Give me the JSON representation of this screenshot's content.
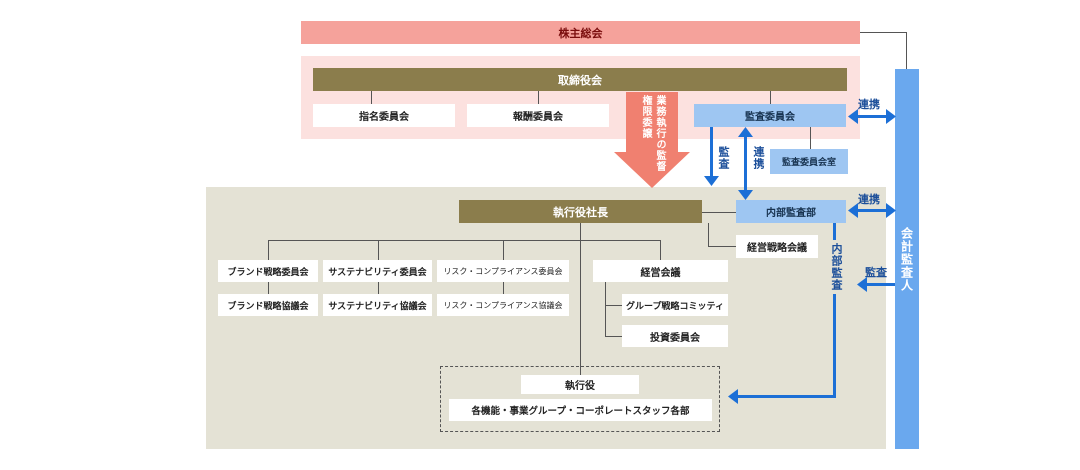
{
  "governance": {
    "shareholders_meeting": "株主総会",
    "board": "取締役会",
    "nomination_committee": "指名委員会",
    "compensation_committee": "報酬委員会",
    "audit_committee": "監査委員会",
    "audit_committee_office": "監査委員会室",
    "delegation_arrow_left": "権限委譲",
    "delegation_arrow_right": "業務執行の監督",
    "accounting_auditor": "会計監査人"
  },
  "execution": {
    "ceo": "執行役社長",
    "internal_audit": "内部監査部",
    "strategy_meeting": "経営戦略会議",
    "brand_strategy_committee": "ブランド戦略委員会",
    "brand_strategy_council": "ブランド戦略協議会",
    "sustainability_committee": "サステナビリティ委員会",
    "sustainability_council": "サステナビリティ協議会",
    "risk_compliance_committee": "リスク・コンプライアンス委員会",
    "risk_compliance_council": "リスク・コンプライアンス協議会",
    "management_meeting": "経営会議",
    "group_strategy_committee": "グループ戦略コミッティ",
    "investment_committee": "投資委員会",
    "executive_officers": "執行役",
    "departments": "各機能・事業グループ・コーポレートスタッフ各部"
  },
  "relations": {
    "audit": "監査",
    "coordination": "連携",
    "internal_audit_vertical": "内部監査"
  },
  "colors": {
    "shareholders_fill": "#f5a29b",
    "governance_bg": "#fce1df",
    "execution_bg": "#e4e2d5",
    "olive": "#8b7d4c",
    "light_blue": "#9ec6f2",
    "accent_blue": "#1c6fd6",
    "auditor_blue": "#6aa8ee"
  }
}
